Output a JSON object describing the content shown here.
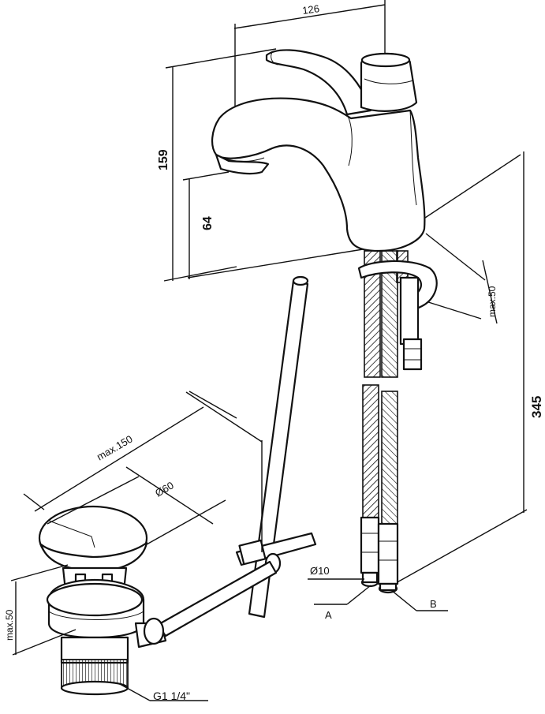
{
  "dimensions": {
    "spout_reach": "126",
    "total_height": "159",
    "spout_height": "64",
    "deck_thickness_max": "max.50",
    "hose_length": "345",
    "hose_diameter": "Ø10",
    "drain_rod_max": "max.150",
    "plug_diameter": "Ø60",
    "drain_max": "max.50",
    "drain_thread": "G1 1/4\""
  },
  "labels": {
    "inlet_a": "A",
    "inlet_b": "B"
  }
}
